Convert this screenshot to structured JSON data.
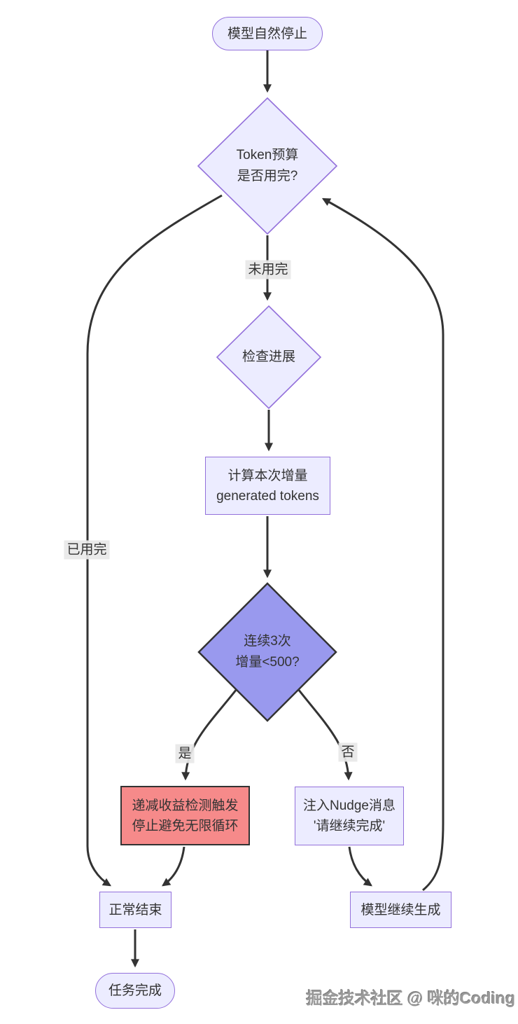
{
  "diagram": {
    "type": "flowchart",
    "direction": "top-down",
    "nodes": {
      "start": {
        "text": "模型自然停止",
        "shape": "stadium"
      },
      "budget_check": {
        "line1": "Token预算",
        "line2": "是否用完?",
        "shape": "diamond"
      },
      "progress_check": {
        "text": "检查进展",
        "shape": "diamond"
      },
      "calc_delta": {
        "line1": "计算本次增量",
        "line2": "generated tokens",
        "shape": "rect"
      },
      "streak_check": {
        "line1": "连续3次",
        "line2": "增量<500?",
        "shape": "diamond",
        "highlighted": true
      },
      "diminishing_returns": {
        "line1": "递减收益检测触发",
        "line2": "停止避免无限循环",
        "shape": "rect",
        "alert": true
      },
      "inject_nudge": {
        "line1": "注入Nudge消息",
        "line2": "'请继续完成'",
        "shape": "rect"
      },
      "normal_end": {
        "text": "正常结束",
        "shape": "rect"
      },
      "model_continue": {
        "text": "模型继续生成",
        "shape": "rect"
      },
      "task_done": {
        "text": "任务完成",
        "shape": "stadium"
      }
    },
    "edge_labels": {
      "not_exhausted": "未用完",
      "exhausted": "已用完",
      "yes": "是",
      "no": "否"
    },
    "edges": [
      {
        "from": "模型自然停止",
        "to": "Token预算 是否用完?",
        "label": ""
      },
      {
        "from": "Token预算 是否用完?",
        "to": "检查进展",
        "label": "未用完"
      },
      {
        "from": "Token预算 是否用完?",
        "to": "正常结束",
        "label": "已用完"
      },
      {
        "from": "检查进展",
        "to": "计算本次增量 generated tokens",
        "label": ""
      },
      {
        "from": "计算本次增量 generated tokens",
        "to": "连续3次 增量<500?",
        "label": ""
      },
      {
        "from": "连续3次 增量<500?",
        "to": "递减收益检测触发 停止避免无限循环",
        "label": "是"
      },
      {
        "from": "连续3次 增量<500?",
        "to": "注入Nudge消息 '请继续完成'",
        "label": "否"
      },
      {
        "from": "递减收益检测触发 停止避免无限循环",
        "to": "正常结束",
        "label": ""
      },
      {
        "from": "正常结束",
        "to": "任务完成",
        "label": ""
      },
      {
        "from": "注入Nudge消息 '请继续完成'",
        "to": "模型继续生成",
        "label": ""
      },
      {
        "from": "模型继续生成",
        "to": "Token预算 是否用完?",
        "label": ""
      }
    ],
    "colors": {
      "node_fill": "#ECECFF",
      "node_border": "#9370DB",
      "decision_highlight_fill": "#9999EE",
      "alert_fill": "#F68A8A",
      "strong_border": "#333333",
      "edge": "#333333",
      "text": "#333333",
      "edge_label_bg": "#E8E8E8",
      "watermark_text": "#999999"
    }
  },
  "watermark": "掘金技术社区 @ 咪的Coding"
}
